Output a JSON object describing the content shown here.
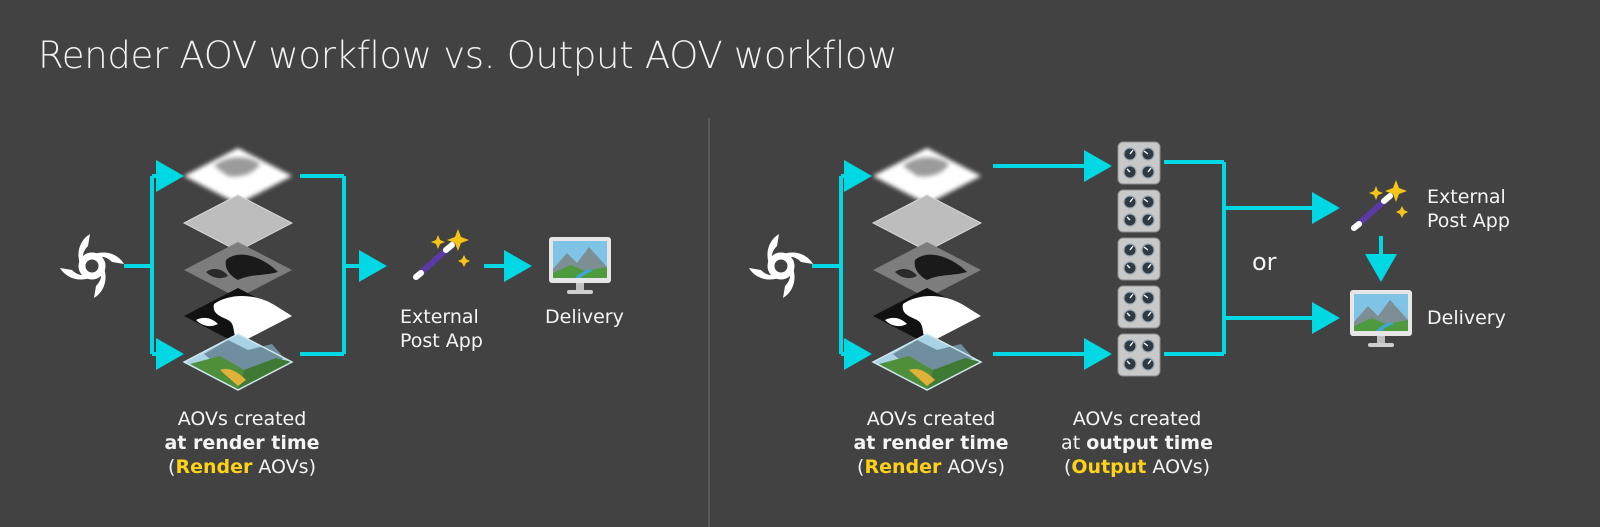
{
  "title": "Render AOV workflow vs. Output AOV workflow",
  "colors": {
    "background": "#424242",
    "arrow": "#00d8e4",
    "highlight": "#ffd21a",
    "text": "#f4f4f4"
  },
  "left": {
    "post_app": {
      "line1": "External",
      "line2": "Post App"
    },
    "delivery": "Delivery",
    "caption": {
      "line1": "AOVs created",
      "line2": "at render time",
      "open": "(",
      "highlight": "Render",
      "rest": " AOVs)"
    }
  },
  "right": {
    "post_app": {
      "line1": "External",
      "line2": "Post App"
    },
    "delivery": "Delivery",
    "or": "or",
    "render_caption": {
      "line1": "AOVs created",
      "line2": "at render time",
      "open": "(",
      "highlight": "Render",
      "rest": " AOVs)"
    },
    "output_caption": {
      "line1": "AOVs created",
      "line2_prefix": "at ",
      "line2_bold": "output time",
      "open": "(",
      "highlight": "Output",
      "rest": " AOVs)"
    }
  },
  "icons": {
    "renderer": "octane-logo-icon",
    "layers": "aov-layer-stack-icon",
    "output_node": "output-aov-node-icon",
    "post_app": "magic-wand-icon",
    "delivery": "monitor-landscape-icon"
  }
}
